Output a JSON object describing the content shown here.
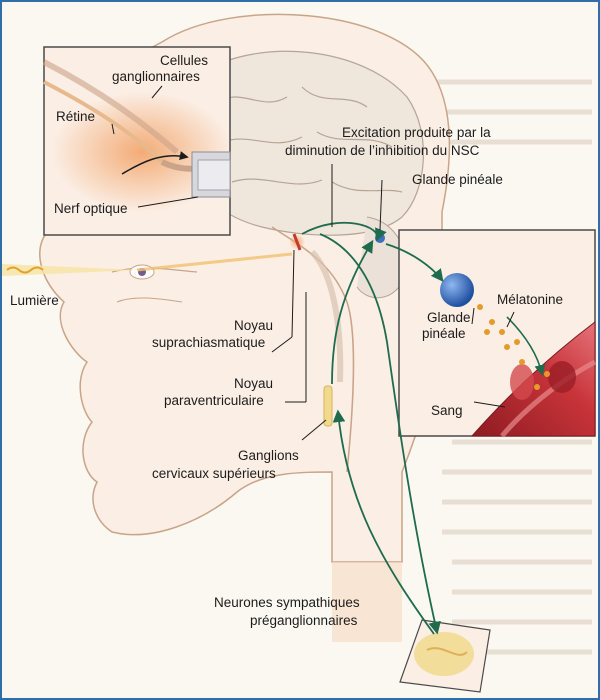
{
  "labels": {
    "cellules_line1": "Cellules",
    "cellules_line2": "ganglionnaires",
    "retine": "Rétine",
    "nerf_optique": "Nerf optique",
    "lumiere": "Lumière",
    "excitation_line1": "Excitation produite par la",
    "excitation_line2": "diminution de l’inhibition du NSC",
    "glande_pineale": "Glande pinéale",
    "melatonine": "Mélatonine",
    "glande_inset_line1": "Glande",
    "glande_inset_line2": "pinéale",
    "sang": "Sang",
    "noyau_supra_line1": "Noyau",
    "noyau_supra_line2": "suprachiasmatique",
    "noyau_para_line1": "Noyau",
    "noyau_para_line2": "paraventriculaire",
    "ganglions_line1": "Ganglions",
    "ganglions_line2": "cervicaux supérieurs",
    "neurones_line1": "Neurones sympathiques",
    "neurones_line2": "préganglionnaires"
  },
  "colors": {
    "frame": "#2f6ea8",
    "pathway_arrow": "#1f6b4e",
    "melatonin_gland": "#1f63c4",
    "melatonin_dots": "#e69a2c",
    "blood": "#b3262b",
    "retina_glow": "#f2a46a",
    "skin_outline": "#c9a488"
  },
  "icons": {
    "light_ray": "wavy-light-ray",
    "pathway": "curved-arrow"
  }
}
